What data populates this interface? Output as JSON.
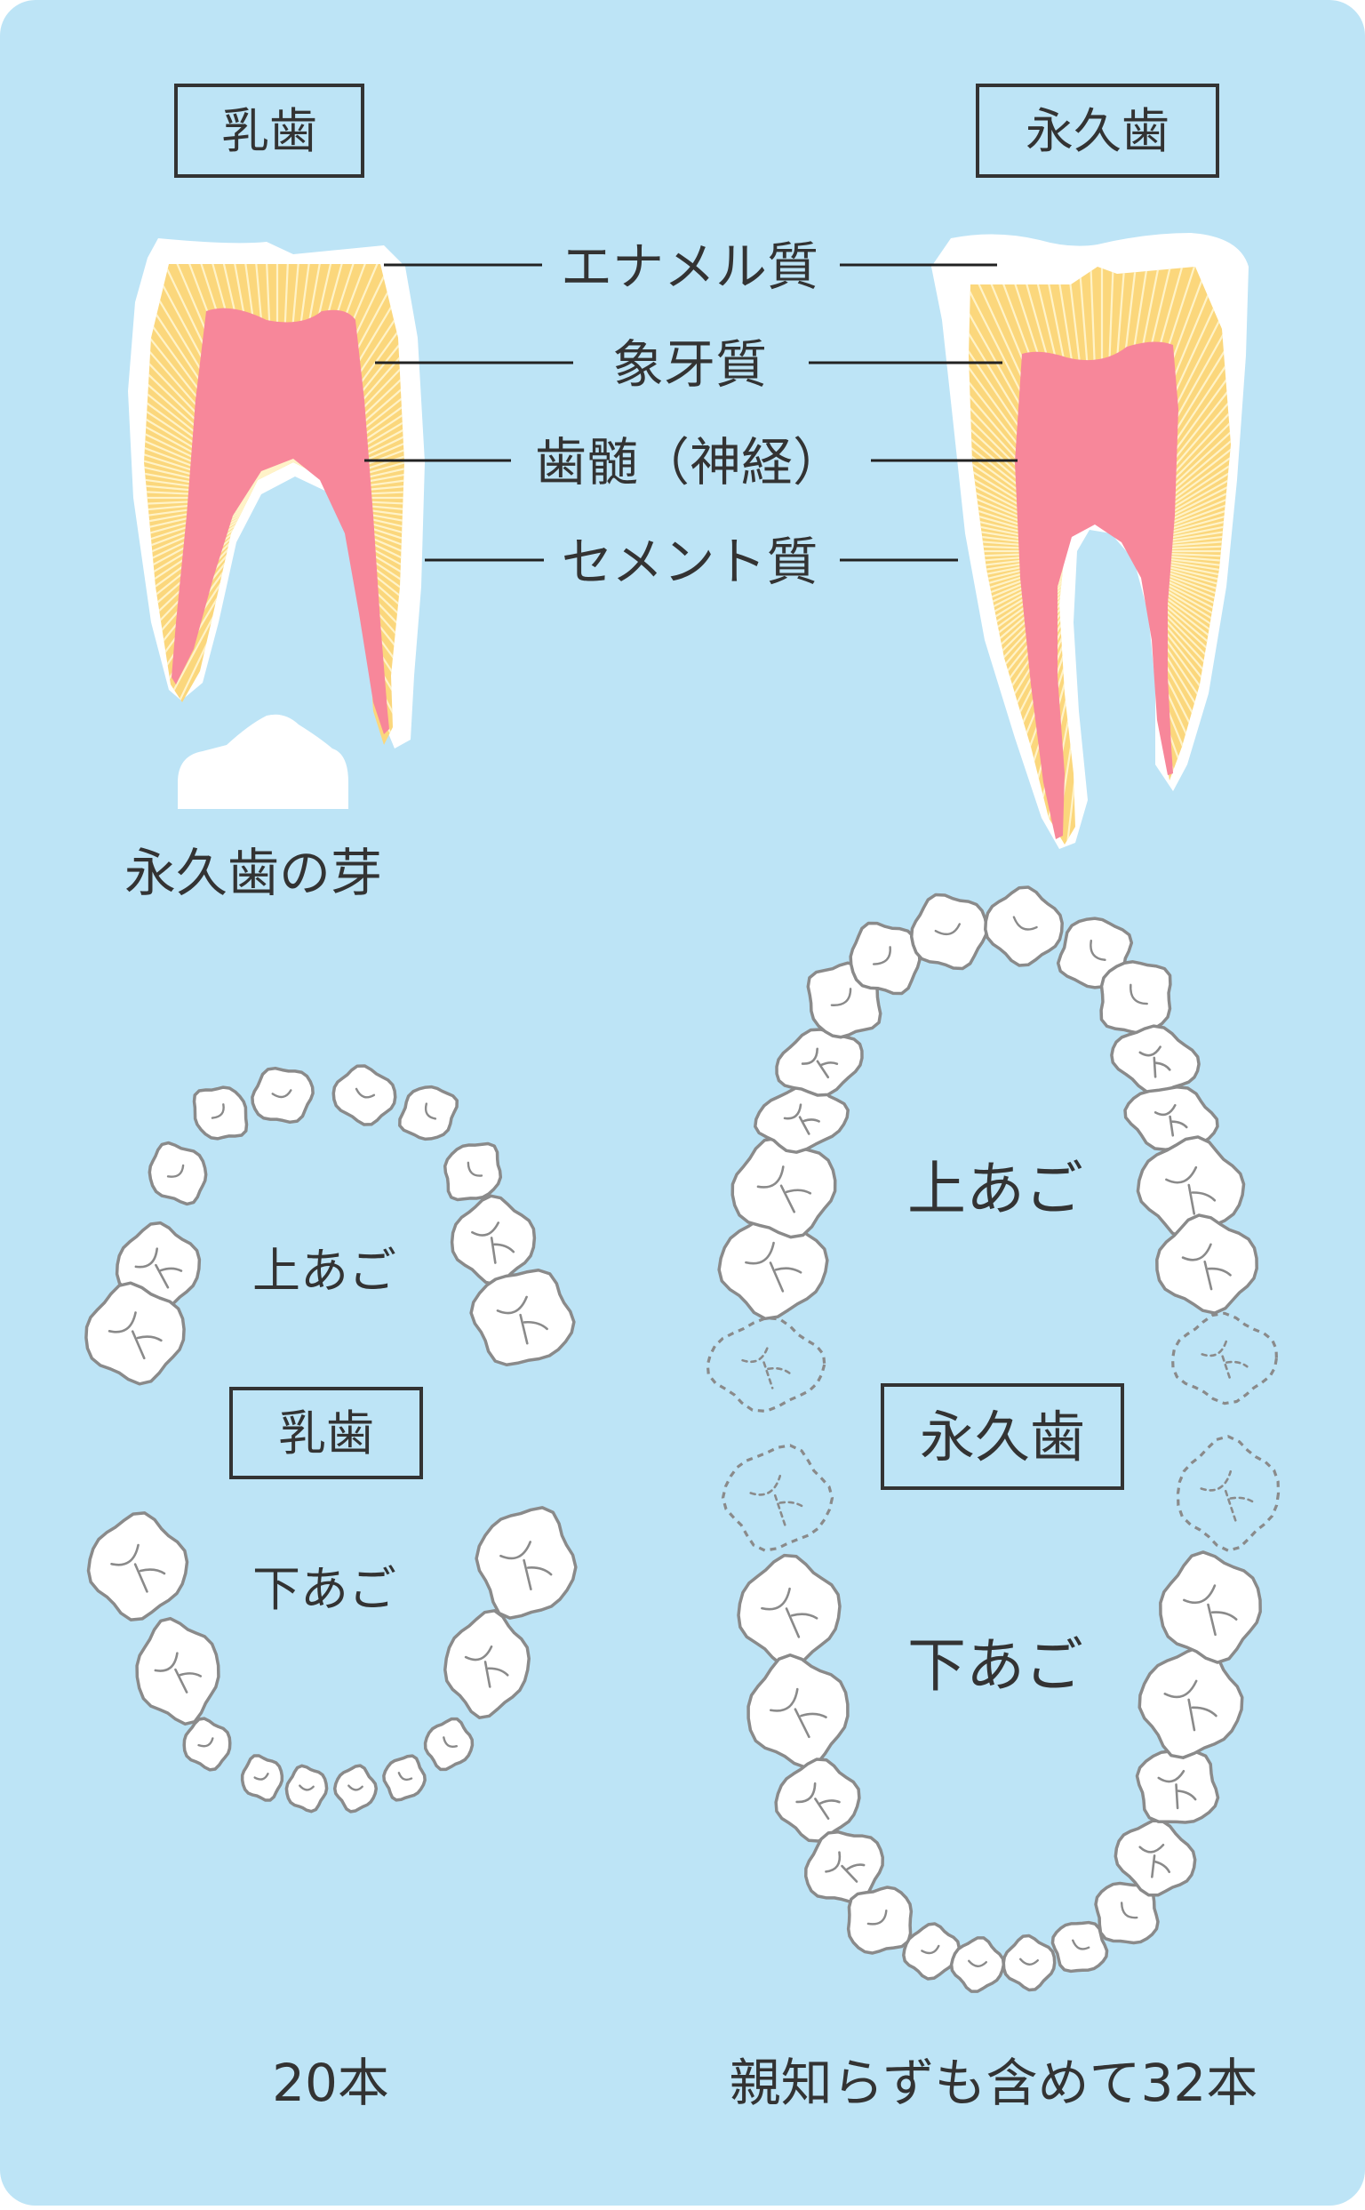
{
  "colors": {
    "background": "#bde4f6",
    "enamel": "#ffffff",
    "dentin": "#fbd77c",
    "dentin_lines": "#fff3c8",
    "pulp": "#f7879a",
    "label_line": "#222222",
    "text": "#333333",
    "tooth_outline": "#8a8a8a",
    "tooth_fill": "#ffffff"
  },
  "top": {
    "primary_tooth_label": "乳歯",
    "permanent_tooth_label": "永久歯",
    "bud_caption": "永久歯の芽",
    "parts": [
      {
        "id": "enamel",
        "label": "エナメル質"
      },
      {
        "id": "dentin",
        "label": "象牙質"
      },
      {
        "id": "pulp",
        "label": "歯髄（神経）"
      },
      {
        "id": "cementum",
        "label": "セメント質"
      }
    ]
  },
  "primary_arch": {
    "title": "乳歯",
    "upper_label": "上あご",
    "lower_label": "下あご",
    "count_label": "20本"
  },
  "permanent_arch": {
    "title": "永久歯",
    "upper_label": "上あご",
    "lower_label": "下あご",
    "count_label": "親知らずも含めて32本"
  },
  "icons": {
    "primary_tooth": "primary-tooth-cross-section-icon",
    "permanent_tooth": "permanent-tooth-cross-section-icon",
    "permanent_bud": "permanent-tooth-bud-icon",
    "tooth": "tooth-icon",
    "wisdom_tooth": "wisdom-tooth-dashed-icon"
  }
}
